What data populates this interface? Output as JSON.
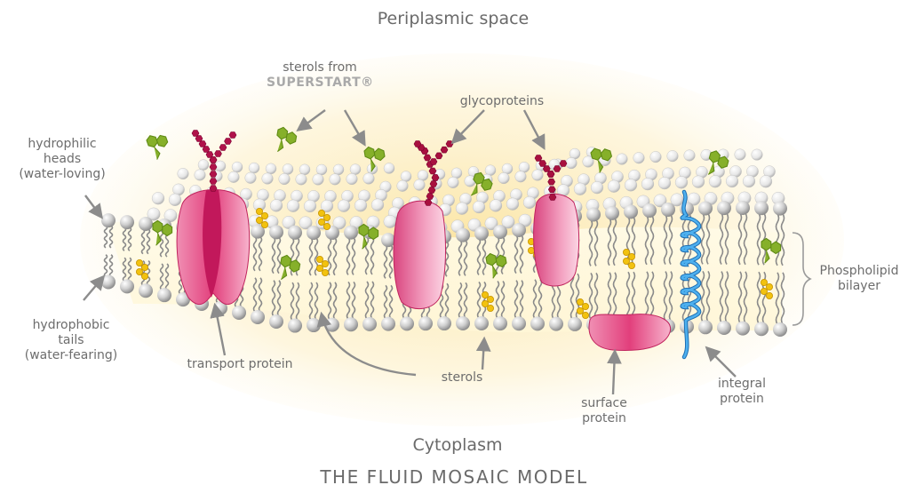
{
  "diagram": {
    "regions": {
      "top": "Periplasmic space",
      "bottom": "Cytoplasm"
    },
    "model_title": "THE FLUID MOSAIC MODEL",
    "labels": {
      "sterols_from": "sterols from",
      "brand": "SUPERSTART®",
      "glycoproteins": "glycoproteins",
      "hydrophilic": [
        "hydrophilic",
        "heads",
        "(water-loving)"
      ],
      "hydrophobic": [
        "hydrophobic",
        "tails",
        "(water-fearing)"
      ],
      "transport_protein": "transport protein",
      "sterols": "sterols",
      "surface_protein": [
        "surface",
        "protein"
      ],
      "integral_protein": [
        "integral",
        "protein"
      ],
      "phospholipid_bilayer": [
        "Phospholipid",
        "bilayer"
      ]
    },
    "colors": {
      "glow": "#fbe7a6",
      "head": "#c8c8c8",
      "tail": "#8a8a8a",
      "protein": "#e8508a",
      "protein_dark": "#c2185b",
      "glyco_chain": "#a0003c",
      "sterol_green": "#86b02a",
      "sterol_yellow": "#f2c20f",
      "integral_blue": "#2a8fd4",
      "arrow": "#8c8c8c"
    }
  }
}
